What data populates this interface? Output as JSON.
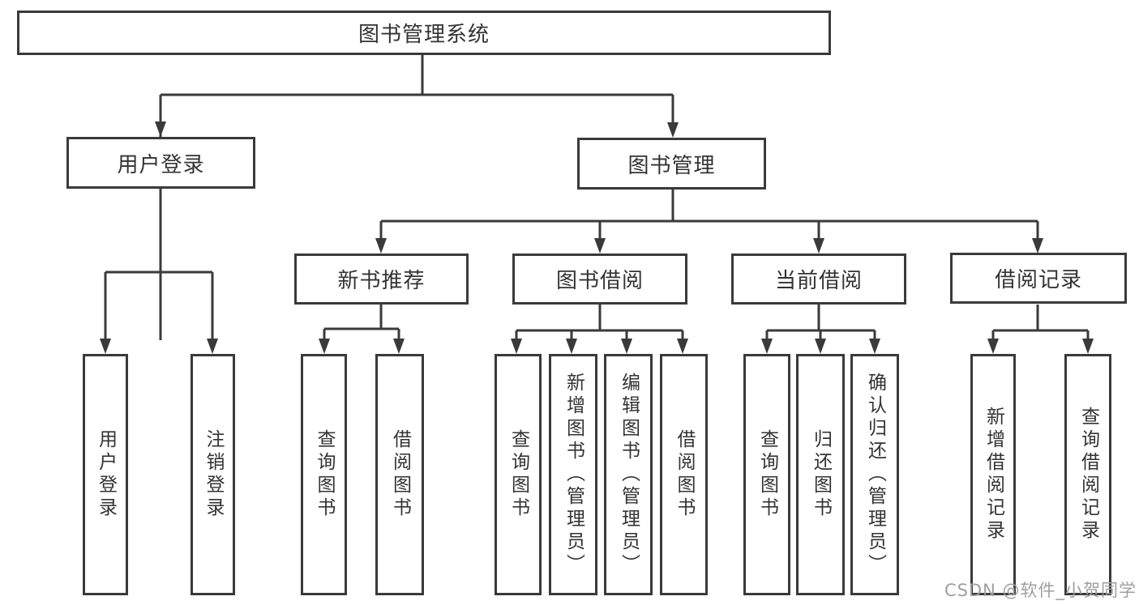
{
  "tree": {
    "root": {
      "label": "图书管理系统"
    },
    "branches": [
      {
        "label": "用户登录",
        "children": [
          {
            "label": "用户登录"
          },
          {
            "label": "注销登录"
          }
        ]
      },
      {
        "label": "图书管理",
        "groups": [
          {
            "label": "新书推荐",
            "children": [
              {
                "label": "查询图书"
              },
              {
                "label": "借阅图书"
              }
            ]
          },
          {
            "label": "图书借阅",
            "children": [
              {
                "label": "查询图书"
              },
              {
                "label": "新增图书（管理员）"
              },
              {
                "label": "编辑图书（管理员）"
              },
              {
                "label": "借阅图书"
              }
            ]
          },
          {
            "label": "当前借阅",
            "children": [
              {
                "label": "查询图书"
              },
              {
                "label": "归还图书"
              },
              {
                "label": "确认归还（管理员）"
              }
            ]
          },
          {
            "label": "借阅记录",
            "children": [
              {
                "label": "新增借阅记录"
              },
              {
                "label": "查询借阅记录"
              }
            ]
          }
        ]
      }
    ]
  },
  "watermark": {
    "text": "CSDN @软件_小贺同学"
  },
  "colors": {
    "line": "#3a3a3a",
    "text": "#333333",
    "watermark": "#9e9e9e",
    "background": "#ffffff"
  }
}
